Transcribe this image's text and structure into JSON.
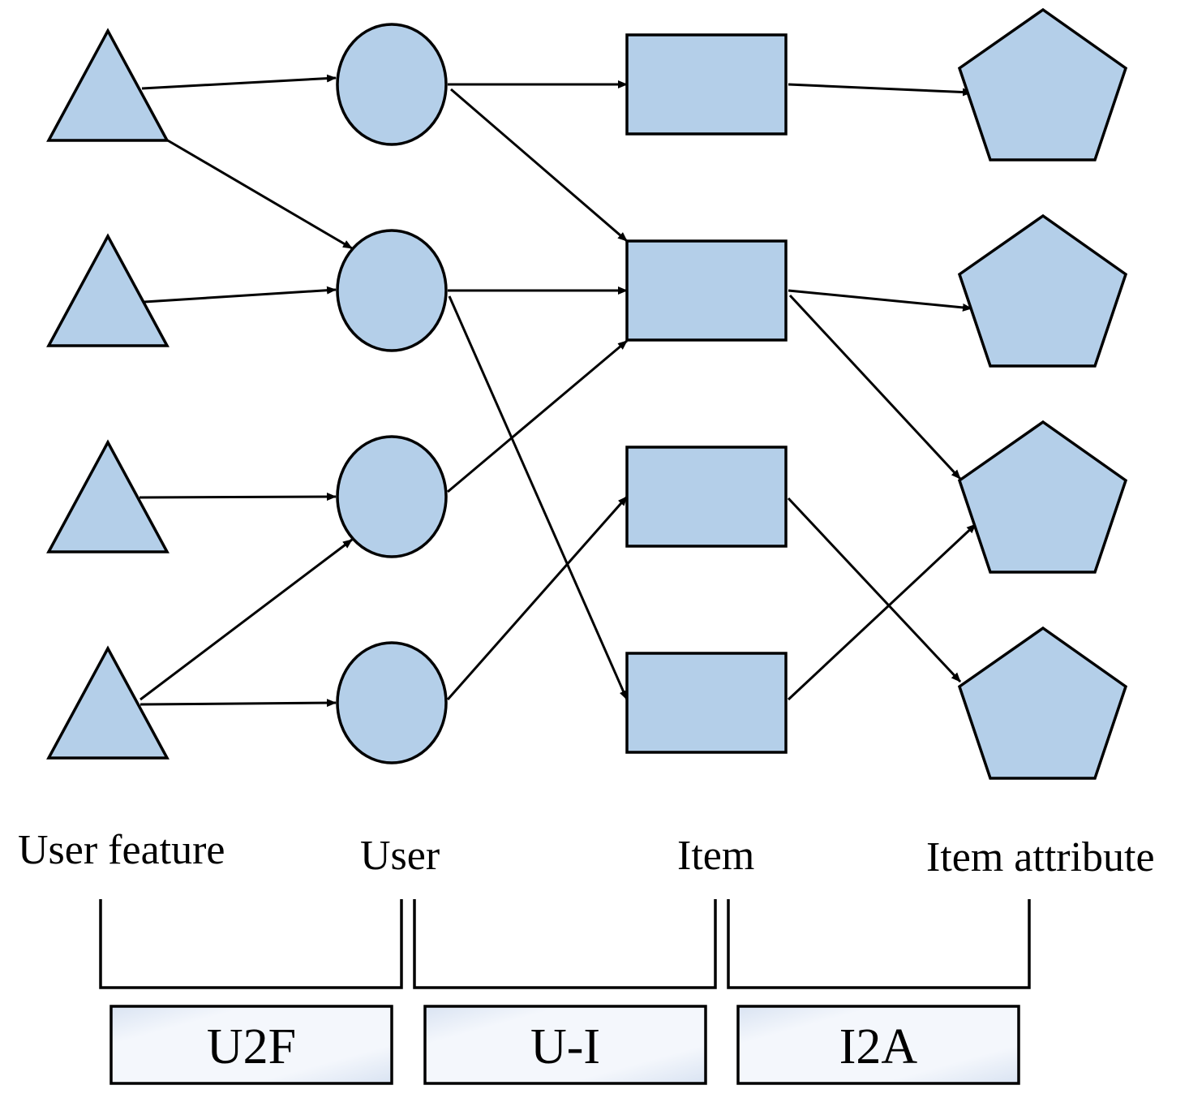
{
  "colors": {
    "node_fill": "#b4cfe9",
    "stroke": "#000000",
    "stage_box_fill_light": "#f4f7fc",
    "stage_box_fill_dark": "#d9e3f2"
  },
  "columns": {
    "user_feature": "User feature",
    "user": "User",
    "item": "Item",
    "item_attribute": "Item attribute"
  },
  "stages": [
    {
      "label": "U2F"
    },
    {
      "label": "U-I"
    },
    {
      "label": "I2A"
    }
  ],
  "nodes": {
    "user_features": [
      {
        "id": "F1"
      },
      {
        "id": "F2"
      },
      {
        "id": "F3"
      },
      {
        "id": "F4"
      }
    ],
    "users": [
      {
        "id": "U1"
      },
      {
        "id": "U2"
      },
      {
        "id": "U3"
      },
      {
        "id": "U4"
      }
    ],
    "items": [
      {
        "id": "I1"
      },
      {
        "id": "I2"
      },
      {
        "id": "I3"
      },
      {
        "id": "I4"
      }
    ],
    "item_attributes": [
      {
        "id": "A1"
      },
      {
        "id": "A2"
      },
      {
        "id": "A3"
      },
      {
        "id": "A4"
      }
    ]
  },
  "edges": [
    {
      "from": "F1",
      "to": "U1"
    },
    {
      "from": "F1",
      "to": "U2"
    },
    {
      "from": "F2",
      "to": "U2"
    },
    {
      "from": "F3",
      "to": "U3"
    },
    {
      "from": "F4",
      "to": "U3"
    },
    {
      "from": "F4",
      "to": "U4"
    },
    {
      "from": "U1",
      "to": "I1"
    },
    {
      "from": "U1",
      "to": "I2"
    },
    {
      "from": "U2",
      "to": "I2"
    },
    {
      "from": "U2",
      "to": "I4"
    },
    {
      "from": "U3",
      "to": "I2"
    },
    {
      "from": "U4",
      "to": "I3"
    },
    {
      "from": "I1",
      "to": "A1"
    },
    {
      "from": "I2",
      "to": "A2"
    },
    {
      "from": "I2",
      "to": "A3"
    },
    {
      "from": "I3",
      "to": "A4"
    },
    {
      "from": "I4",
      "to": "A3"
    }
  ]
}
